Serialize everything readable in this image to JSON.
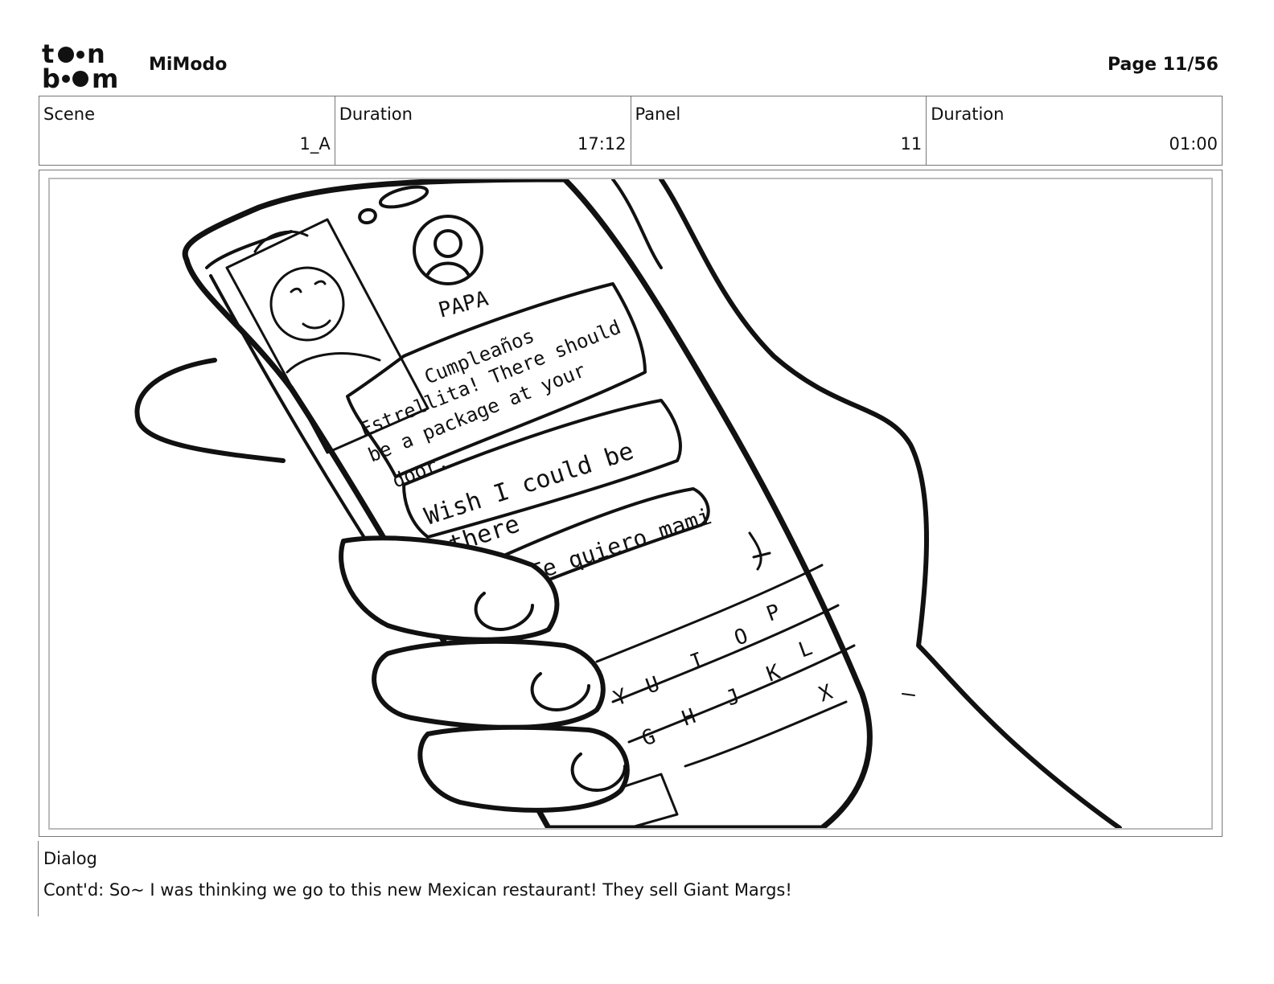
{
  "header": {
    "logo_alt": "toon boom",
    "project_title": "MiModo",
    "page_label": "Page 11/56"
  },
  "info": [
    {
      "label": "Scene",
      "value": "1_A"
    },
    {
      "label": "Duration",
      "value": "17:12"
    },
    {
      "label": "Panel",
      "value": "11"
    },
    {
      "label": "Duration",
      "value": "01:00"
    }
  ],
  "sketch": {
    "contact_name": "PAPA",
    "message_1": "Cumpleaños Estrellita! There should be a package at your door.",
    "message_1_lines": [
      "Cumpleaños",
      "Estrellita! There should",
      "be a package at your",
      "door."
    ],
    "message_2_lines": [
      "Wish I could be",
      "there"
    ],
    "message_3": "Te quiero mami",
    "keys": [
      "Y",
      "U",
      "I",
      "O",
      "P",
      "G",
      "H",
      "J",
      "K",
      "L",
      "X"
    ]
  },
  "dialog": {
    "label": "Dialog",
    "text": "Cont'd: So~ I was thinking we go to this new Mexican restaurant! They sell Giant Margs!"
  }
}
